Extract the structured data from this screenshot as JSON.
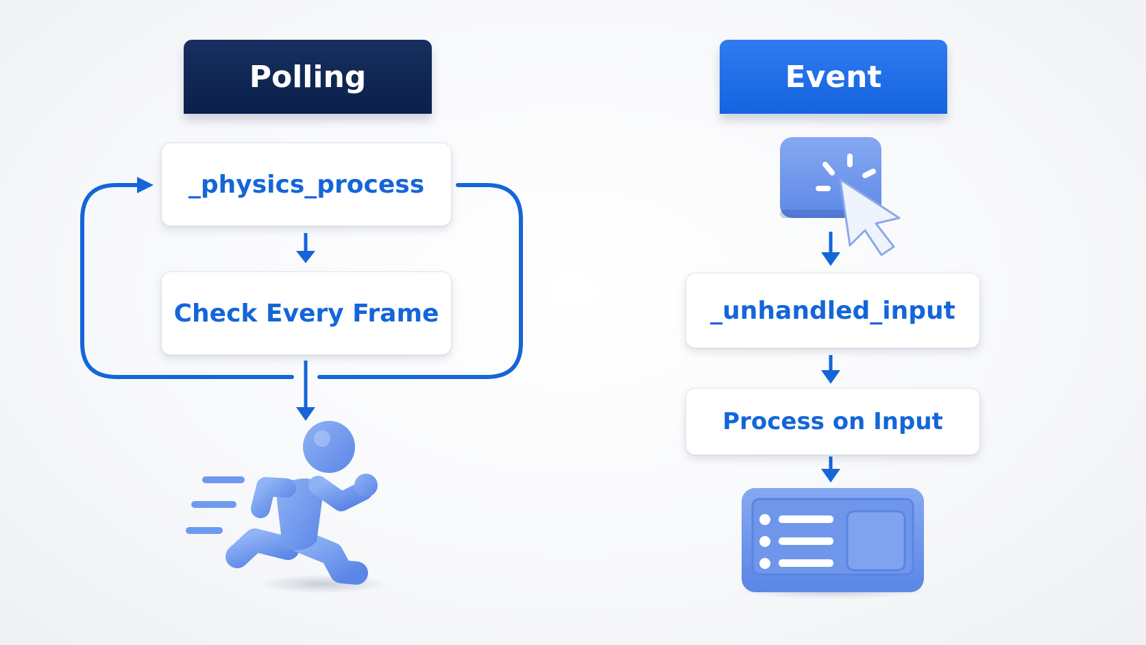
{
  "polling": {
    "title": "Polling",
    "step1": "_physics_process",
    "step2": "Check Every Frame",
    "figure_icon": "running-person-icon"
  },
  "event": {
    "title": "Event",
    "trigger_icon": "click-cursor-icon",
    "step1": "_unhandled_input",
    "step2": "Process on Input",
    "result_icon": "ui-panel-icon"
  },
  "colors": {
    "navy": "#0b1f4a",
    "accent_blue": "#1464e0",
    "arrow_blue": "#1466d8",
    "icon_blue": "#6d9af0",
    "node_text": "#1466d8"
  }
}
